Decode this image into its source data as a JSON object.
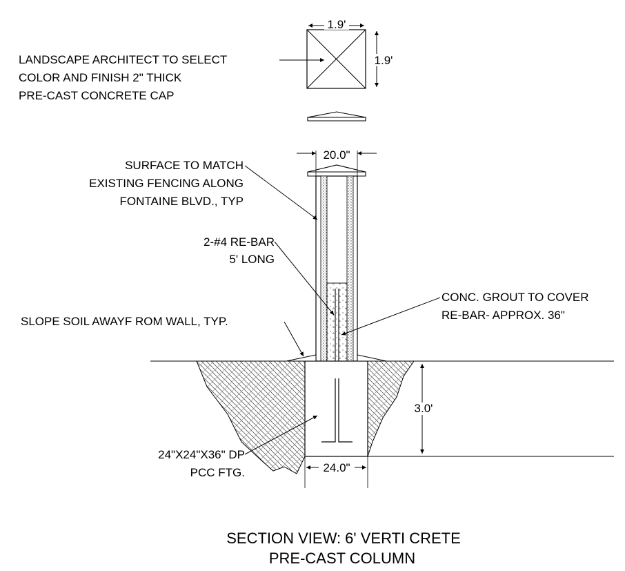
{
  "cap_plan": {
    "width_dim": "1.9'",
    "height_dim": "1.9'"
  },
  "notes": {
    "cap_note": [
      "LANDSCAPE ARCHITECT TO SELECT",
      "COLOR AND FINISH 2\" THICK",
      "PRE-CAST CONCRETE CAP"
    ],
    "surface_note": [
      "SURFACE TO MATCH",
      "EXISTING FENCING ALONG",
      "FONTAINE BLVD., TYP"
    ],
    "rebar_note": [
      "2-#4 RE-BAR",
      "5' LONG"
    ],
    "grout_note": [
      "CONC. GROUT TO COVER",
      "RE-BAR- APPROX. 36\""
    ],
    "slope_note": "SLOPE SOIL AWAYF ROM WALL, TYP.",
    "footing_note": [
      "24\"X24\"X36\" DP",
      "PCC FTG."
    ]
  },
  "dimensions": {
    "column_width": "20.0\"",
    "footing_depth": "3.0'",
    "footing_width": "24.0\""
  },
  "title": {
    "line1": "SECTION VIEW: 6' VERTI CRETE",
    "line2": "PRE-CAST COLUMN"
  }
}
